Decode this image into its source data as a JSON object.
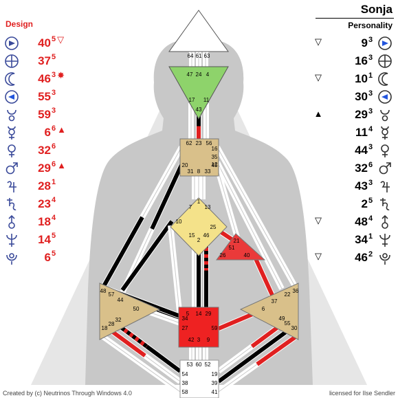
{
  "design": {
    "title": "Design",
    "rows": [
      {
        "planet": "sun-icon",
        "gate": "40",
        "line": "5",
        "mark": "▽"
      },
      {
        "planet": "earth-icon",
        "gate": "37",
        "line": "5",
        "mark": ""
      },
      {
        "planet": "moon-icon",
        "gate": "46",
        "line": "3",
        "mark": "✸"
      },
      {
        "planet": "north-node-icon",
        "gate": "55",
        "line": "3",
        "mark": ""
      },
      {
        "planet": "south-node-icon",
        "gate": "59",
        "line": "3",
        "mark": ""
      },
      {
        "planet": "mercury-icon",
        "gate": "6",
        "line": "6",
        "mark": "▲"
      },
      {
        "planet": "venus-icon",
        "gate": "32",
        "line": "6",
        "mark": ""
      },
      {
        "planet": "mars-icon",
        "gate": "29",
        "line": "6",
        "mark": "▲"
      },
      {
        "planet": "jupiter-icon",
        "gate": "28",
        "line": "1",
        "mark": ""
      },
      {
        "planet": "saturn-icon",
        "gate": "23",
        "line": "4",
        "mark": ""
      },
      {
        "planet": "uranus-icon",
        "gate": "18",
        "line": "4",
        "mark": ""
      },
      {
        "planet": "neptune-icon",
        "gate": "14",
        "line": "5",
        "mark": ""
      },
      {
        "planet": "pluto-icon",
        "gate": "6",
        "line": "5",
        "mark": ""
      }
    ]
  },
  "personality": {
    "name": "Sonja",
    "title": "Personality",
    "rows": [
      {
        "planet": "sun-icon",
        "gate": "9",
        "line": "3",
        "mark": "▽"
      },
      {
        "planet": "earth-icon",
        "gate": "16",
        "line": "3",
        "mark": ""
      },
      {
        "planet": "moon-icon",
        "gate": "10",
        "line": "1",
        "mark": "▽"
      },
      {
        "planet": "north-node-icon",
        "gate": "30",
        "line": "3",
        "mark": ""
      },
      {
        "planet": "south-node-icon",
        "gate": "29",
        "line": "3",
        "mark": "▲"
      },
      {
        "planet": "mercury-icon",
        "gate": "11",
        "line": "4",
        "mark": ""
      },
      {
        "planet": "venus-icon",
        "gate": "44",
        "line": "3",
        "mark": ""
      },
      {
        "planet": "mars-icon",
        "gate": "32",
        "line": "6",
        "mark": ""
      },
      {
        "planet": "jupiter-icon",
        "gate": "43",
        "line": "3",
        "mark": ""
      },
      {
        "planet": "saturn-icon",
        "gate": "2",
        "line": "5",
        "mark": ""
      },
      {
        "planet": "uranus-icon",
        "gate": "48",
        "line": "4",
        "mark": "▽"
      },
      {
        "planet": "neptune-icon",
        "gate": "34",
        "line": "1",
        "mark": ""
      },
      {
        "planet": "pluto-icon",
        "gate": "46",
        "line": "2",
        "mark": "▽"
      }
    ]
  },
  "centers": {
    "head": [
      "64",
      "61",
      "63"
    ],
    "ajna": [
      "47",
      "24",
      "4",
      "17",
      "43",
      "11"
    ],
    "throat": [
      "62",
      "23",
      "56",
      "16",
      "35",
      "12",
      "20",
      "45",
      "31",
      "8",
      "33"
    ],
    "g": [
      "1",
      "7",
      "13",
      "10",
      "25",
      "15",
      "2",
      "46"
    ],
    "ego": [
      "21",
      "51",
      "26",
      "40"
    ],
    "spleen": [
      "48",
      "57",
      "44",
      "50",
      "32",
      "28",
      "18"
    ],
    "sacral": [
      "5",
      "14",
      "29",
      "34",
      "27",
      "59",
      "42",
      "3",
      "9"
    ],
    "solar": [
      "36",
      "22",
      "37",
      "6",
      "49",
      "55",
      "30"
    ],
    "root": [
      "53",
      "60",
      "52",
      "54",
      "38",
      "58",
      "19",
      "39",
      "41"
    ]
  },
  "colors": {
    "design": "#e02020",
    "personality": "#000000",
    "defined_center_red": "#ee2222"
  },
  "footer": {
    "left": "Created by (c) Neutrinos Through Windows 4.0",
    "right": "licensed for Ilse Sendler"
  }
}
